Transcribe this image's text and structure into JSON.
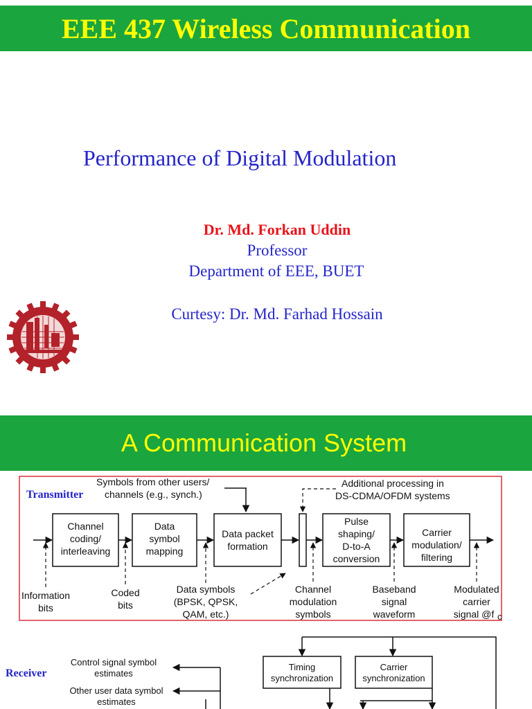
{
  "slide1": {
    "title": "EEE 437 Wireless Communication",
    "subtitle": "Performance of Digital Modulation",
    "author": "Dr. Md. Forkan Uddin",
    "role": "Professor",
    "department": "Department of EEE, BUET",
    "courtesy": "Curtesy: Dr. Md. Farhad Hossain"
  },
  "slide2": {
    "title": "A Communication System",
    "transmitter_label": "Transmitter",
    "receiver_label": "Receiver",
    "tx_blocks": [
      {
        "lines": [
          "Channel",
          "coding/",
          "interleaving"
        ]
      },
      {
        "lines": [
          "Data",
          "symbol",
          "mapping"
        ]
      },
      {
        "lines": [
          "Data packet",
          "formation"
        ]
      },
      {
        "lines": [
          "Pulse",
          "shaping/",
          "D-to-A",
          "conversion"
        ]
      },
      {
        "lines": [
          "Carrier",
          "modulation/",
          "filtering"
        ]
      }
    ],
    "tx_annotations": {
      "other_users": [
        "Symbols from other users/",
        "channels (e.g., synch.)"
      ],
      "additional": [
        "Additional processing in",
        "DS-CDMA/OFDM systems"
      ],
      "information_bits": [
        "Information",
        "bits"
      ],
      "coded_bits": [
        "Coded",
        "bits"
      ],
      "data_symbols": [
        "Data symbols",
        "(BPSK, QPSK,",
        "QAM, etc.)"
      ],
      "channel_modulation": [
        "Channel",
        "modulation",
        "symbols"
      ],
      "baseband": [
        "Baseband",
        "signal",
        "waveform"
      ],
      "modulated": [
        "Modulated",
        "carrier",
        "signal @f"
      ],
      "modulated_subscript": "c"
    },
    "rx_annotations": {
      "control_estimates": [
        "Control signal symbol",
        "estimates"
      ],
      "other_user_estimates": [
        "Other user data symbol",
        "estimates"
      ]
    },
    "rx_blocks": [
      {
        "lines": [
          "Timing",
          "synchronization"
        ]
      },
      {
        "lines": [
          "Carrier",
          "synchronization"
        ]
      }
    ]
  },
  "colors": {
    "bar_green": "#1aa53f",
    "title_yellow": "#ffff00",
    "text_blue": "#2424c8",
    "author_red": "#e8141a",
    "tx_border": "#d9303a",
    "logo_red": "#b3222a"
  }
}
